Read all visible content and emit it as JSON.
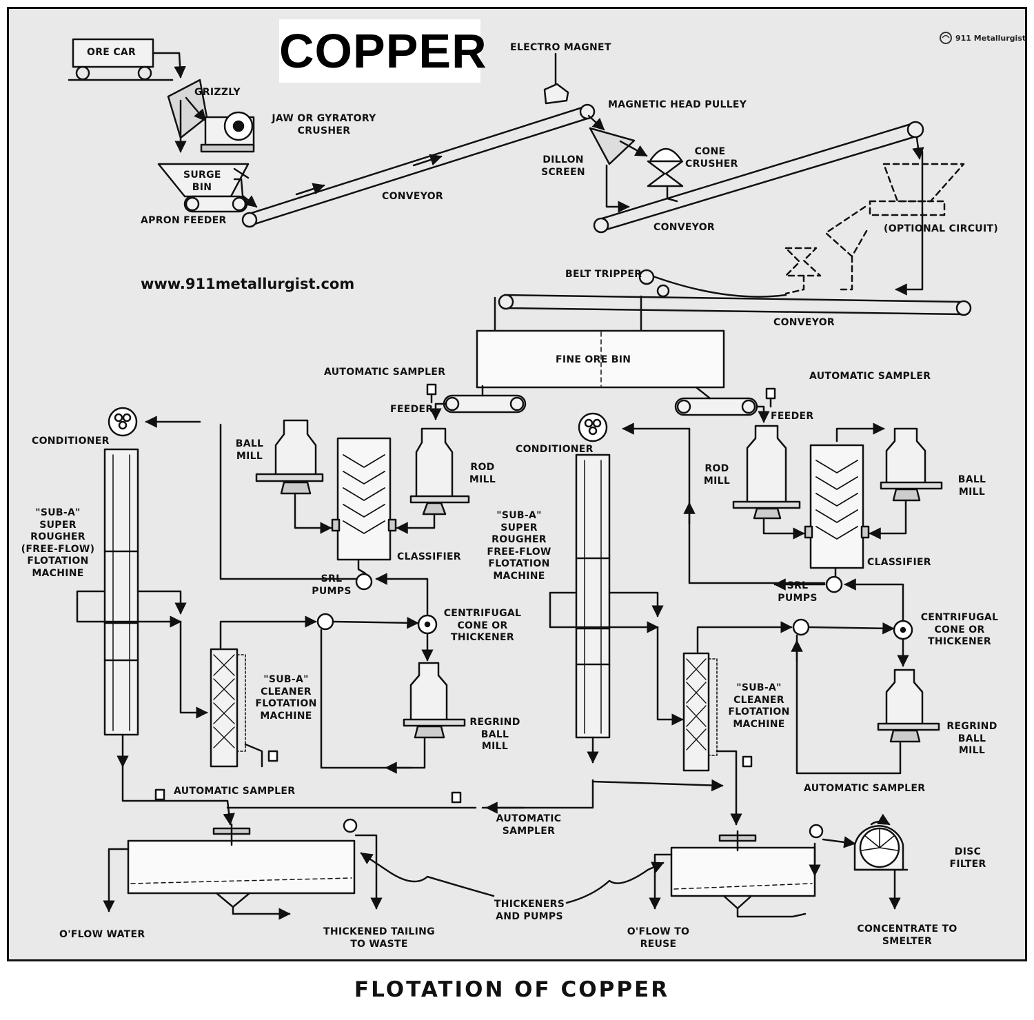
{
  "title": "COPPER",
  "caption": "FLOTATION OF COPPER",
  "website": "www.911metallurgist.com",
  "logo": {
    "text": "911 Metallurgist",
    "icon": "911-metallurgist-logo-icon"
  },
  "labels": {
    "ore_car": "ORE CAR",
    "grizzly": "GRIZZLY",
    "jaw_crusher": "JAW OR GYRATORY\nCRUSHER",
    "surge_bin": "SURGE\nBIN",
    "apron_feeder": "APRON FEEDER",
    "conveyor_1": "CONVEYOR",
    "electro_magnet": "ELECTRO MAGNET",
    "magnetic_head_pulley": "MAGNETIC HEAD PULLEY",
    "dillon_screen": "DILLON\nSCREEN",
    "cone_crusher": "CONE\nCRUSHER",
    "conveyor_2": "CONVEYOR",
    "optional_circuit": "(OPTIONAL CIRCUIT)",
    "belt_tripper": "BELT TRIPPER",
    "conveyor_3": "CONVEYOR",
    "fine_ore_bin": "FINE ORE BIN",
    "automatic_sampler_top_left": "AUTOMATIC SAMPLER",
    "automatic_sampler_top_right": "AUTOMATIC SAMPLER",
    "feeder_left": "FEEDER",
    "feeder_right": "FEEDER",
    "conditioner_left": "CONDITIONER",
    "conditioner_right": "CONDITIONER",
    "ball_mill_left": "BALL\nMILL",
    "rod_mill_left": "ROD\nMILL",
    "rod_mill_right": "ROD\nMILL",
    "ball_mill_right": "BALL\nMILL",
    "classifier_left": "CLASSIFIER",
    "classifier_right": "CLASSIFIER",
    "rougher_left": "\"SUB-A\"\nSUPER\nROUGHER\n(FREE-FLOW)\nFLOTATION\nMACHINE",
    "rougher_right": "\"SUB-A\"\nSUPER ROUGHER\nFREE-FLOW\nFLOTATION\nMACHINE",
    "srl_pumps_left": "SRL\nPUMPS",
    "srl_pumps_right": "SRL\nPUMPS",
    "centrifugal_left": "CENTRIFUGAL\nCONE OR\nTHICKENER",
    "centrifugal_right": "CENTRIFUGAL\nCONE OR\nTHICKENER",
    "cleaner_left": "\"SUB-A\"\nCLEANER\nFLOTATION\nMACHINE",
    "cleaner_right": "\"SUB-A\"\nCLEANER\nFLOTATION\nMACHINE",
    "regrind_left": "REGRIND\nBALL\nMILL",
    "regrind_right": "REGRIND\nBALL\nMILL",
    "automatic_sampler_bottom_left": "AUTOMATIC SAMPLER",
    "automatic_sampler_bottom_right": "AUTOMATIC SAMPLER",
    "automatic_sampler_middle": "AUTOMATIC\nSAMPLER",
    "disc_filter": "DISC\nFILTER",
    "oflow_water": "O'FLOW WATER",
    "thickened_tailing": "THICKENED TAILING\nTO WASTE",
    "thickeners_and_pumps": "THICKENERS\nAND PUMPS",
    "oflow_reuse": "O'FLOW TO\nREUSE",
    "concentrate_smelter": "CONCENTRATE TO\nSMELTER"
  }
}
